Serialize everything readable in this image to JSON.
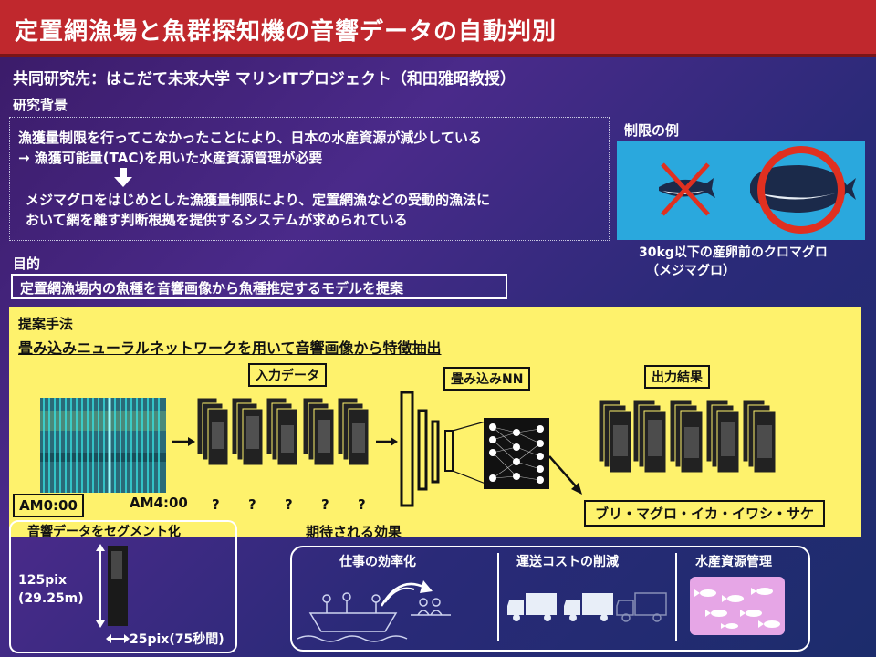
{
  "title": "定置網漁場と魚群探知機の音響データの自動判別",
  "collaborator": "共同研究先：はこだて未来大学 マリンITプロジェクト（和田雅昭教授）",
  "background": {
    "label": "研究背景",
    "line1": "漁獲量制限を行ってこなかったことにより、日本の水産資源が減少している",
    "line2": "→ 漁獲可能量(TAC)を用いた水産資源管理が必要",
    "line3": "メジマグロをはじめとした漁獲量制限により、定置網漁などの受動的漁法に",
    "line4": "おいて網を離す判断根拠を提供するシステムが求められている"
  },
  "restriction": {
    "label": "制限の例",
    "caption1": "30kg以下の産卵前のクロマグロ",
    "caption2": "（メジマグロ）"
  },
  "goal": {
    "label": "目的",
    "text": "定置網漁場内の魚種を音響画像から魚種推定するモデルを提案"
  },
  "method": {
    "label": "提案手法",
    "subtitle": "畳み込みニューラルネットワークを用いて音響画像から特徴抽出",
    "input_label": "入力データ",
    "cnn_label": "畳み込みNN",
    "output_label": "出力結果",
    "question_marks": [
      "?",
      "?",
      "?",
      "?",
      "?"
    ],
    "output_classes": "ブリ・マグロ・イカ・イワシ・サケ",
    "am_start": "AM0:00",
    "am_end": "AM4:00",
    "expected_label": "期待される効果"
  },
  "segment": {
    "label": "音響データをセグメント化",
    "height_line1": "125pix",
    "height_line2": "(29.25m)",
    "width": "25pix(75秒間)"
  },
  "effects": {
    "items": [
      "仕事の効率化",
      "運送コストの削減",
      "水産資源管理"
    ]
  },
  "colors": {
    "title_bar": "#c0282d",
    "method_bg": "#fef26c",
    "restriction_bg": "#2aa8dd",
    "forbid_red": "#e03020",
    "fish_panel": "#e6a6e6"
  }
}
